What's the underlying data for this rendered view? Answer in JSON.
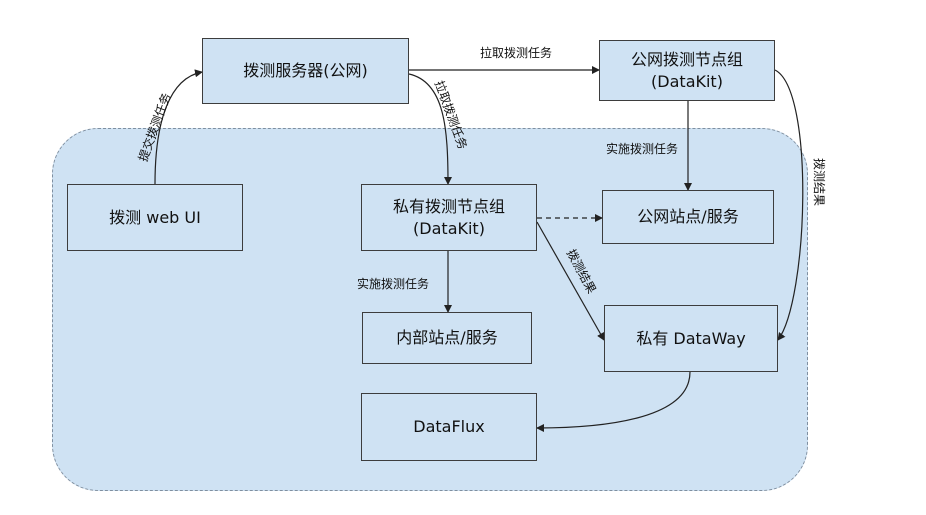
{
  "nodes": {
    "probe_server": "拨测服务器(公网)",
    "public_group": {
      "line1": "公网拨测节点组",
      "line2": "(DataKit)"
    },
    "web_ui": "拨测 web UI",
    "private_group": {
      "line1": "私有拨测节点组",
      "line2": "(DataKit)"
    },
    "public_sites": "公网站点/服务",
    "internal_sites": "内部站点/服务",
    "private_dataway": "私有 DataWay",
    "dataflux": "DataFlux"
  },
  "edge_labels": {
    "submit_task": "提交拨测任务",
    "pull_task_top": "拉取拨测任务",
    "pull_task_down": "拉取拨测任务",
    "execute_task_public": "实施拨测任务",
    "execute_task_internal": "实施拨测任务",
    "result_public": "拨测结果",
    "result_private": "拨测结果"
  }
}
